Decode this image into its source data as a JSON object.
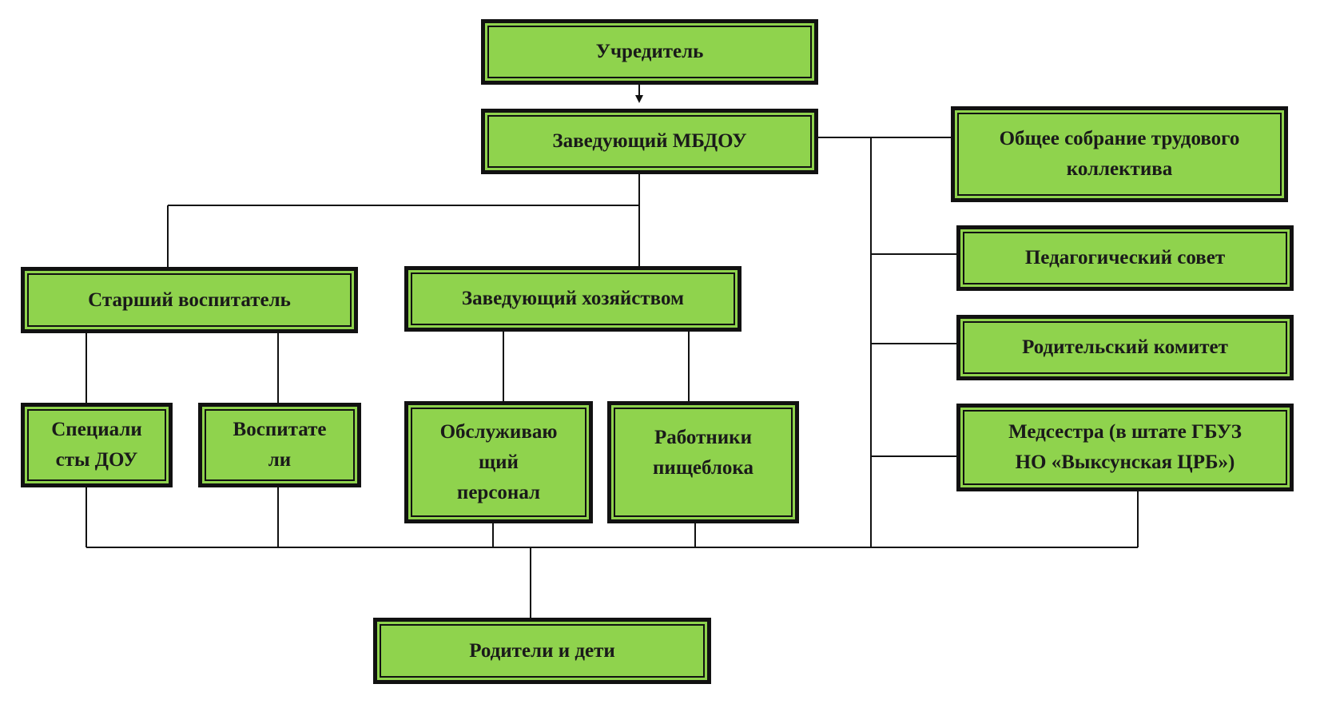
{
  "colors": {
    "box_fill": "#8fd34d",
    "border": "#111111",
    "line": "#111111"
  },
  "nodes": {
    "founder": "Учредитель",
    "head": "Заведующий МБДОУ",
    "general_meeting": "Общее собрание трудового\nколлектива",
    "ped_council": "Педагогический совет",
    "parent_committee": "Родительский комитет",
    "nurse": "Медсестра (в штате ГБУЗ\nНО «Выксунская ЦРБ»)",
    "senior_educator": "Старший воспитатель",
    "supply_manager": "Заведующий хозяйством",
    "specialists": "Специали\nсты ДОУ",
    "educators": "Воспитате\nли",
    "service_staff": "Обслуживаю\nщий\nперсонал",
    "kitchen_staff": "Работники\nпищеблока",
    "parents_children": "Родители и дети"
  }
}
